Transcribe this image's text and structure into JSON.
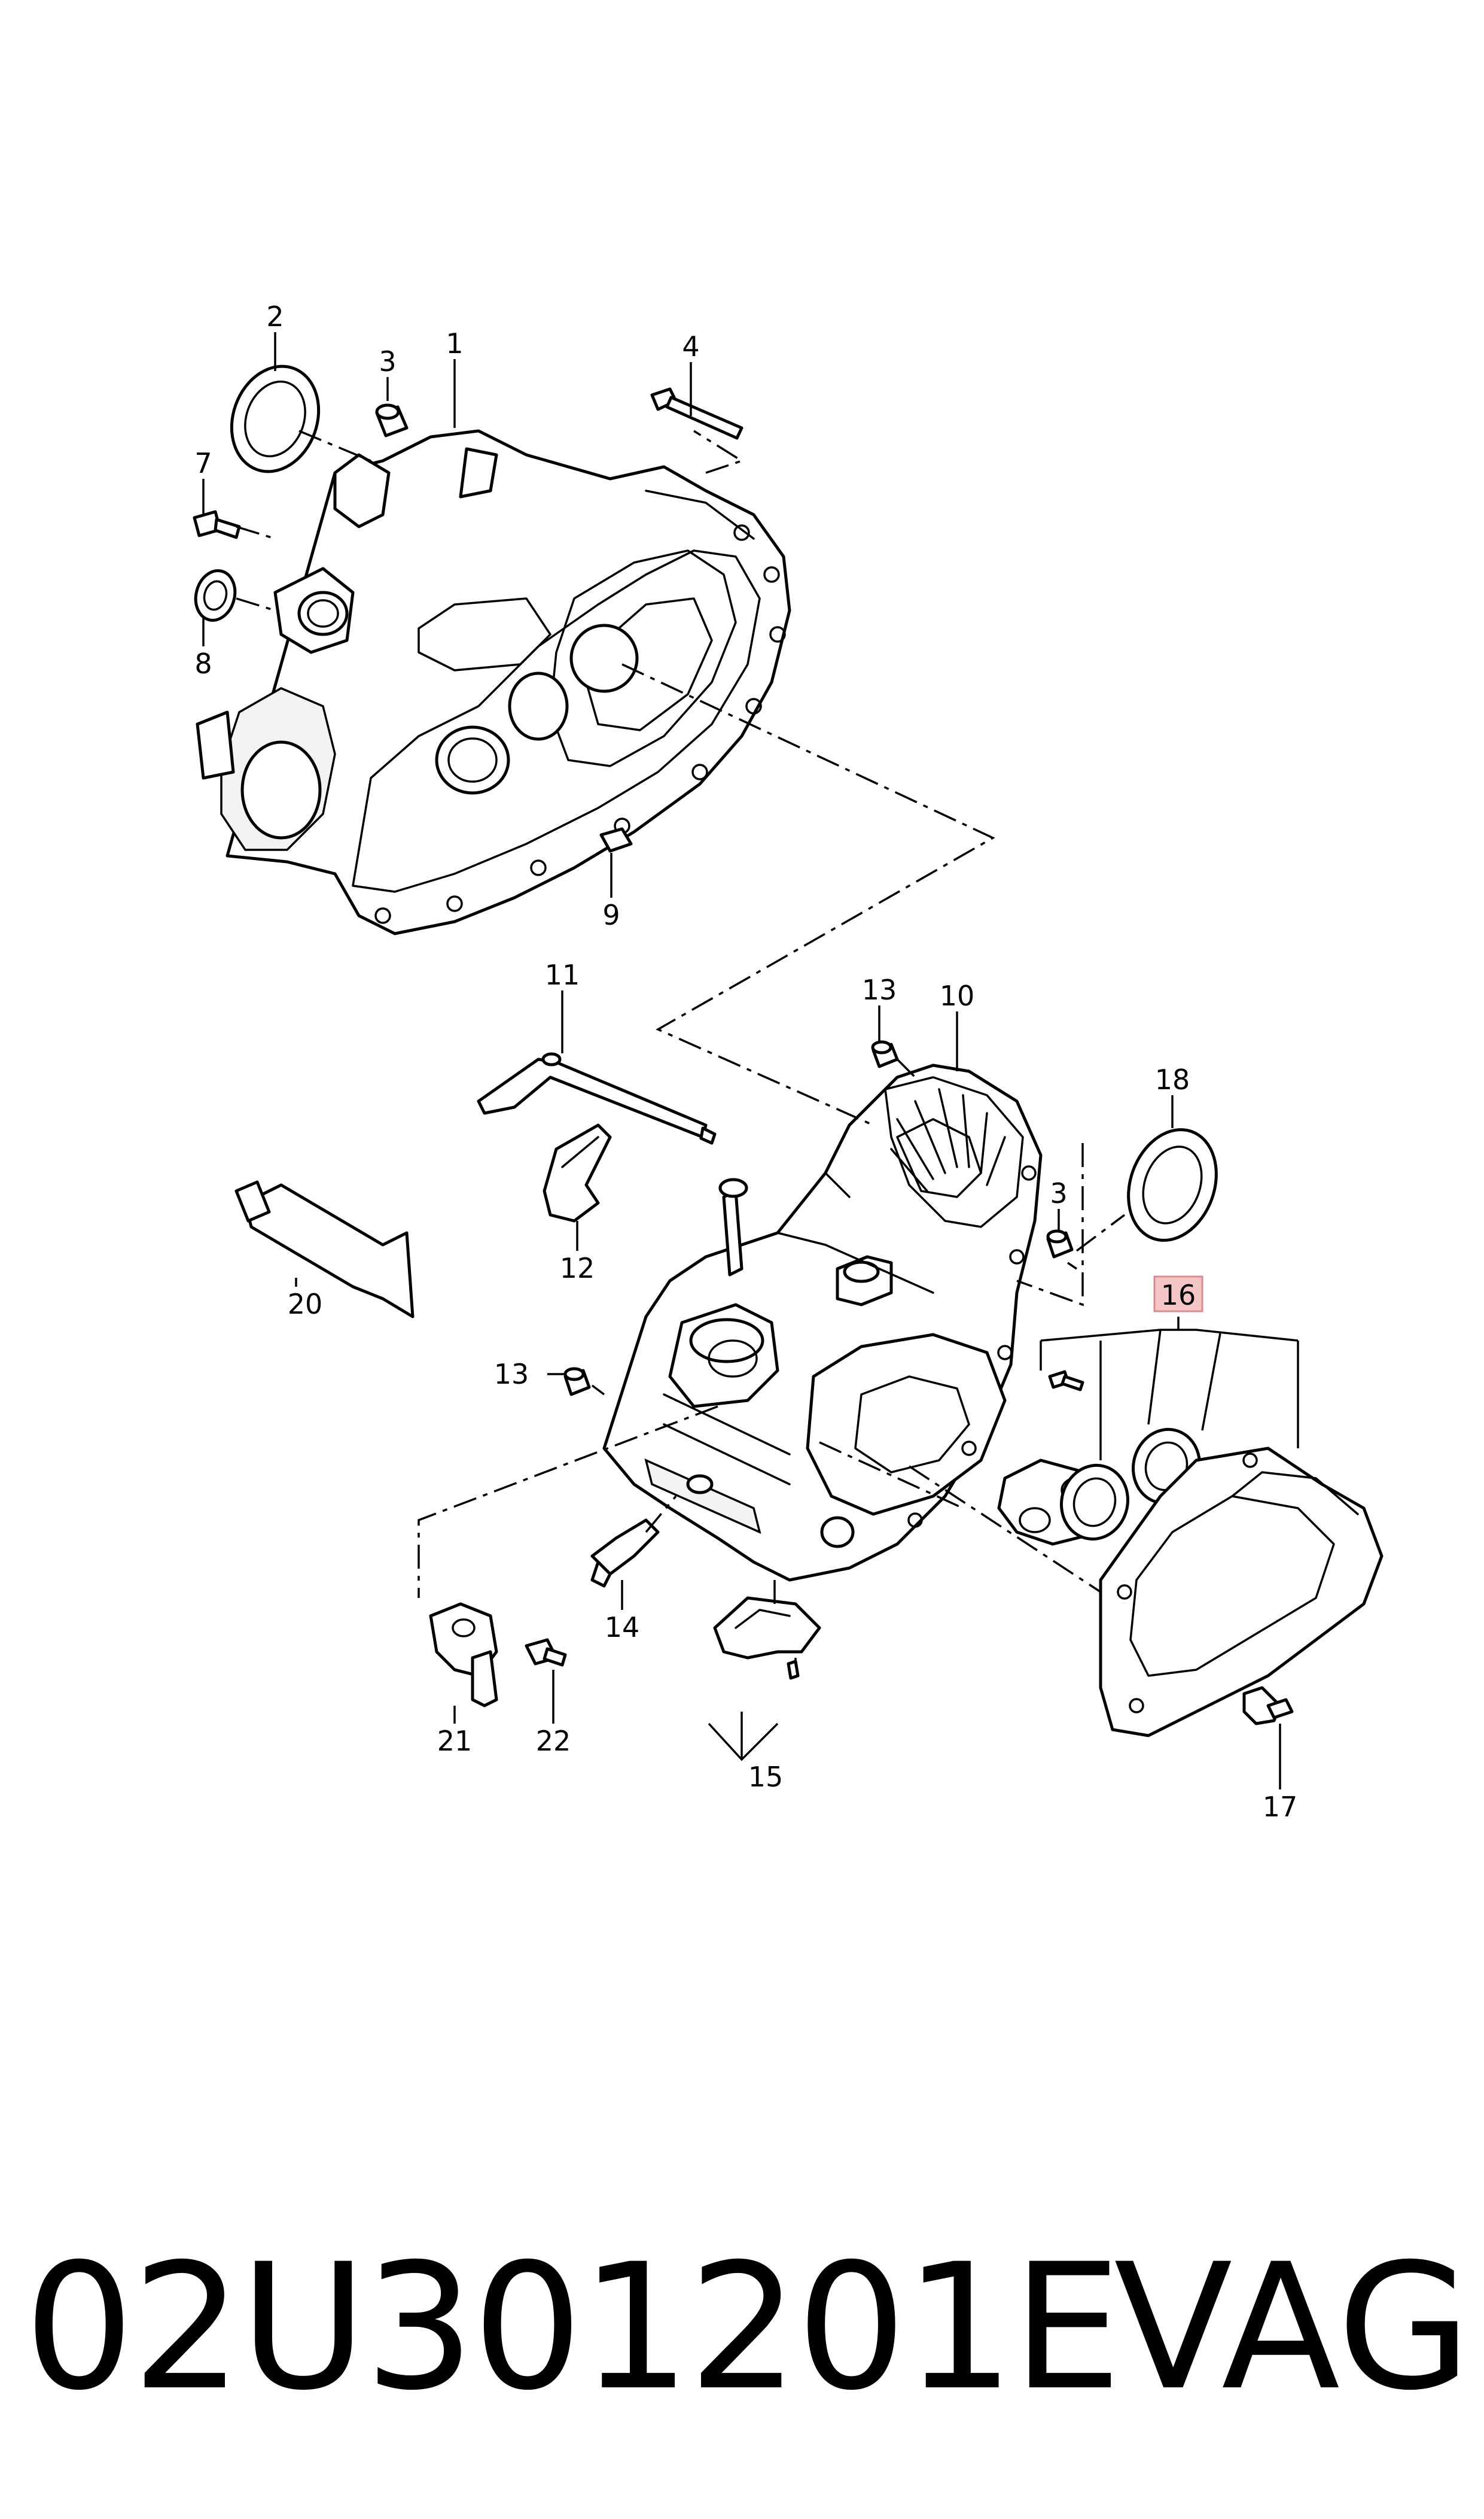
{
  "callouts": {
    "c1": "1",
    "c2": "2",
    "c3a": "3",
    "c4": "4",
    "c7": "7",
    "c8": "8",
    "c9": "9",
    "c10": "10",
    "c11": "11",
    "c12": "12",
    "c13a": "13",
    "c3b": "3",
    "c18": "18",
    "c20": "20",
    "c16": "16",
    "c13b": "13",
    "c14": "14",
    "c21": "21",
    "c22": "22",
    "c15": "15",
    "c17": "17"
  },
  "highlight_color": "#f4c6c6",
  "footer": {
    "part_number": "02U301201E",
    "brand": "VAG"
  }
}
